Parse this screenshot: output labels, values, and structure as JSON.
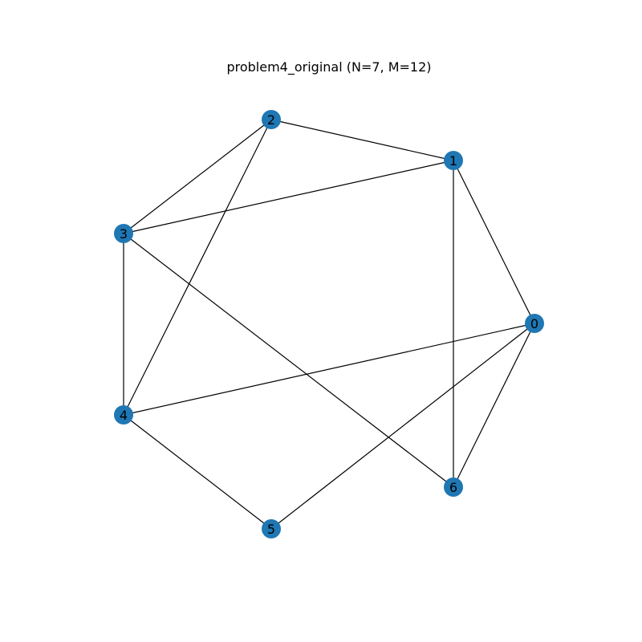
{
  "title": "problem4_original (N=7, M=12)",
  "colors": {
    "background": "#ffffff",
    "node_fill": "#1f77b4",
    "edge_stroke": "#000000",
    "label_text": "#000000"
  },
  "graph": {
    "nodes": [
      {
        "id": "0",
        "label": "0"
      },
      {
        "id": "1",
        "label": "1"
      },
      {
        "id": "2",
        "label": "2"
      },
      {
        "id": "3",
        "label": "3"
      },
      {
        "id": "4",
        "label": "4"
      },
      {
        "id": "5",
        "label": "5"
      },
      {
        "id": "6",
        "label": "6"
      }
    ],
    "edges": [
      [
        "2",
        "1"
      ],
      [
        "2",
        "3"
      ],
      [
        "2",
        "4"
      ],
      [
        "1",
        "3"
      ],
      [
        "1",
        "0"
      ],
      [
        "1",
        "6"
      ],
      [
        "3",
        "4"
      ],
      [
        "3",
        "6"
      ],
      [
        "0",
        "4"
      ],
      [
        "0",
        "5"
      ],
      [
        "0",
        "6"
      ],
      [
        "4",
        "5"
      ]
    ]
  }
}
